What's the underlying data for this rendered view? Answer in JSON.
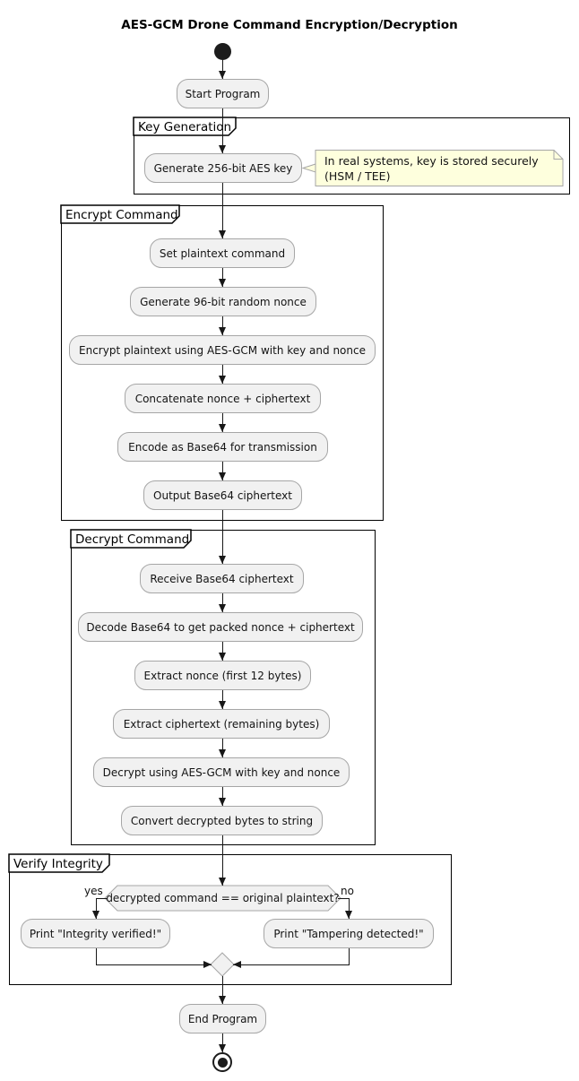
{
  "title": "AES-GCM Drone Command Encryption/Decryption",
  "flow": {
    "start": "Start Program",
    "end": "End Program"
  },
  "partitions": {
    "key_generation": {
      "label": "Key Generation",
      "activities": [
        "Generate 256-bit AES key"
      ],
      "note": "In real systems, key is stored securely\n(HSM / TEE)"
    },
    "encrypt_command": {
      "label": "Encrypt Command",
      "activities": [
        "Set plaintext command",
        "Generate 96-bit random nonce",
        "Encrypt plaintext using AES-GCM with key and nonce",
        "Concatenate nonce + ciphertext",
        "Encode as Base64 for transmission",
        "Output Base64 ciphertext"
      ]
    },
    "decrypt_command": {
      "label": "Decrypt Command",
      "activities": [
        "Receive Base64 ciphertext",
        "Decode Base64 to get packed nonce + ciphertext",
        "Extract nonce (first 12 bytes)",
        "Extract ciphertext (remaining bytes)",
        "Decrypt using AES-GCM with key and nonce",
        "Convert decrypted bytes to string"
      ]
    },
    "verify_integrity": {
      "label": "Verify Integrity",
      "decision": "decrypted command == original plaintext?",
      "yes_label": "yes",
      "no_label": "no",
      "yes_activity": "Print \"Integrity verified!\"",
      "no_activity": "Print \"Tampering detected!\""
    }
  },
  "colors": {
    "activity_fill": "#F1F1F1",
    "activity_border": "#A6A6A6",
    "note_fill": "#FEFFDD",
    "partition_border": "#000000",
    "arrow": "#181818",
    "background": "#FFFFFF"
  }
}
